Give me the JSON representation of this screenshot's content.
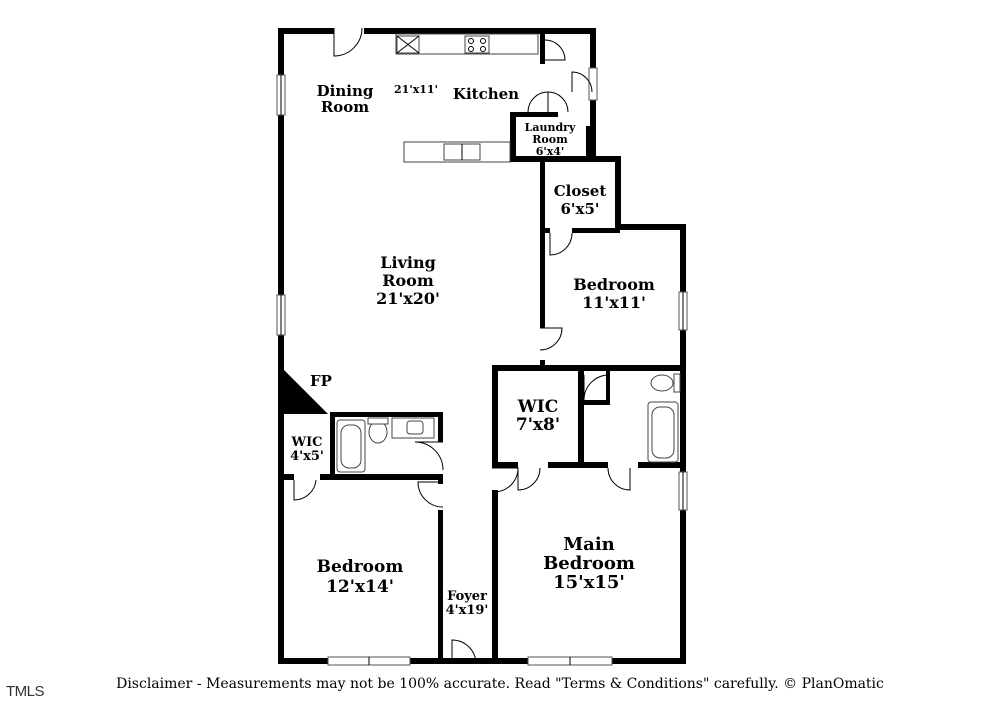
{
  "rooms": {
    "dining": {
      "name_line1": "Dining",
      "name_line2": "Room"
    },
    "kitchen": {
      "dims": "21'x11'",
      "name": "Kitchen"
    },
    "laundry": {
      "name_line1": "Laundry",
      "name_line2": "Room",
      "dims": "6'x4'"
    },
    "closet": {
      "name": "Closet",
      "dims": "6'x5'"
    },
    "living": {
      "name_line1": "Living",
      "name_line2": "Room",
      "dims": "21'x20'"
    },
    "bedroom_right": {
      "name": "Bedroom",
      "dims": "11'x11'"
    },
    "fireplace": {
      "label": "FP"
    },
    "wic_small": {
      "name": "WIC",
      "dims": "4'x5'"
    },
    "wic_main": {
      "name": "WIC",
      "dims": "7'x8'"
    },
    "bedroom_left": {
      "name": "Bedroom",
      "dims": "12'x14'"
    },
    "foyer": {
      "name": "Foyer",
      "dims": "4'x19'"
    },
    "main_bedroom": {
      "name_line1": "Main",
      "name_line2": "Bedroom",
      "dims": "15'x15'"
    }
  },
  "footer": {
    "disclaimer": "Disclaimer - Measurements may not be 100% accurate. Read \"Terms & Conditions\" carefully. © PlanOmatic",
    "logo": "TMLS"
  }
}
